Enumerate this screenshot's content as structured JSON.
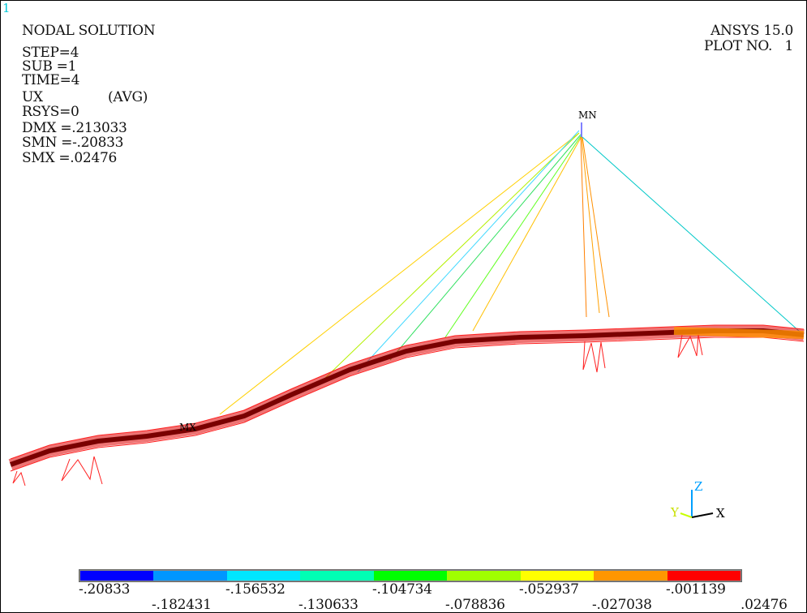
{
  "window_number": "1",
  "header_left": "NODAL SOLUTION",
  "info": {
    "step": "STEP=4",
    "sub": "SUB =1",
    "time": "TIME=4",
    "quantity": "UX",
    "avg": "(AVG)",
    "rsys": "RSYS=0",
    "dmx": "DMX =.213033",
    "smn": "SMN =-.20833",
    "smx": "SMX =.02476"
  },
  "version": "ANSYS 15.0",
  "plot_no": "PLOT NO.   1",
  "markers": {
    "mn": "MN",
    "mx": "MX"
  },
  "triad": {
    "z": "Z",
    "y": "Y",
    "x": "X"
  },
  "legend": {
    "colors": [
      "#0000ff",
      "#0096ff",
      "#00e6ff",
      "#00ffb4",
      "#00ff00",
      "#a0ff00",
      "#ffff00",
      "#ff9600",
      "#ff0000"
    ],
    "upper_labels": [
      "-.20833",
      "-.156532",
      "-.104734",
      "-.052937",
      "-.001139"
    ],
    "lower_labels": [
      "-.182431",
      "-.130633",
      "-.078836",
      "-.027038",
      ".02476"
    ]
  }
}
